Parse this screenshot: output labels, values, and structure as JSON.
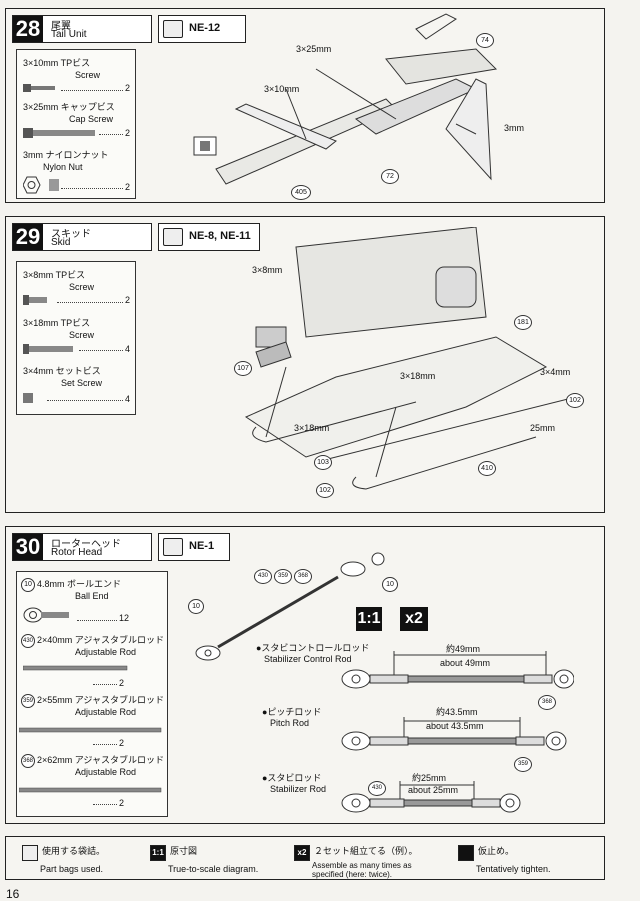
{
  "page_number": "16",
  "steps": [
    {
      "number": "28",
      "title_jp": "尾翼",
      "title_en": "Tail Unit",
      "bag": "NE-12",
      "parts": [
        {
          "jp": "3×10mm TPビス",
          "en": "Screw",
          "qty": "2"
        },
        {
          "jp": "3×25mm キャップビス",
          "en": "Cap Screw",
          "qty": "2"
        },
        {
          "jp": "3mm ナイロンナット",
          "en": "Nylon Nut",
          "qty": "2"
        }
      ],
      "labels": [
        "3×25mm",
        "3×10mm",
        "3mm"
      ],
      "callouts": [
        "74",
        "72",
        "405"
      ]
    },
    {
      "number": "29",
      "title_jp": "スキッド",
      "title_en": "Skid",
      "bag": "NE-8, NE-11",
      "parts": [
        {
          "jp": "3×8mm TPビス",
          "en": "Screw",
          "qty": "2"
        },
        {
          "jp": "3×18mm TPビス",
          "en": "Screw",
          "qty": "4"
        },
        {
          "jp": "3×4mm セットビス",
          "en": "Set Screw",
          "qty": "4"
        }
      ],
      "labels": [
        "3×8mm",
        "3×18mm",
        "3×18mm",
        "3×4mm",
        "25mm"
      ],
      "callouts": [
        "181",
        "107",
        "102",
        "103",
        "410",
        "102"
      ]
    },
    {
      "number": "30",
      "title_jp": "ローターヘッド",
      "title_en": "Rotor Head",
      "bag": "NE-1",
      "parts": [
        {
          "tag": "10",
          "jp": "4.8mm ボールエンド",
          "en": "Ball End",
          "qty": "12"
        },
        {
          "tag": "430",
          "jp": "2×40mm アジャスタブルロッド",
          "en": "Adjustable Rod",
          "qty": "2"
        },
        {
          "tag": "359",
          "jp": "2×55mm アジャスタブルロッド",
          "en": "Adjustable Rod",
          "qty": "2"
        },
        {
          "tag": "368",
          "jp": "2×62mm アジャスタブルロッド",
          "en": "Adjustable Rod",
          "qty": "2"
        }
      ],
      "scale_badge": "1:1",
      "times_badge": "x2",
      "rods": [
        {
          "jp": "●スタビコントロールロッド",
          "en": "Stabilizer Control Rod",
          "len_jp": "約49mm",
          "len_en": "about 49mm",
          "tag": "368"
        },
        {
          "jp": "●ピッチロッド",
          "en": "Pitch Rod",
          "len_jp": "約43.5mm",
          "len_en": "about 43.5mm",
          "tag": "359"
        },
        {
          "jp": "●スタビロッド",
          "en": "Stabilizer Rod",
          "len_jp": "約25mm",
          "len_en": "about 25mm",
          "tag": "430"
        }
      ],
      "callouts": [
        "430",
        "359",
        "368",
        "10",
        "10"
      ]
    }
  ],
  "legend": [
    {
      "jp": "使用する袋詰。",
      "en": "Part bags used."
    },
    {
      "badge": "1:1",
      "jp": "原寸図",
      "en": "True-to-scale diagram."
    },
    {
      "badge": "x2",
      "jp": "２セット組立てる（例）。",
      "en": "Assemble as many times as specified (here: twice)."
    },
    {
      "jp": "仮止め。",
      "en": "Tentatively tighten."
    }
  ]
}
